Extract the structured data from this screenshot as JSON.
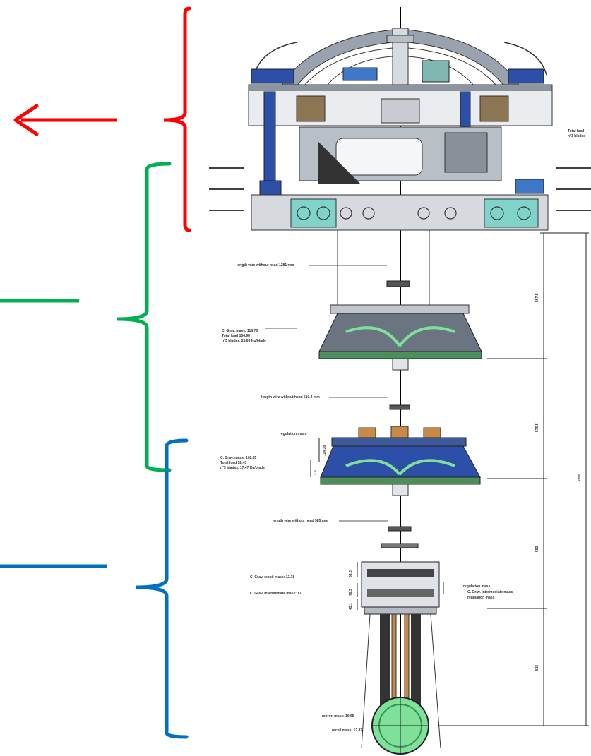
{
  "colors": {
    "top_group": "#ff0000",
    "middle_group": "#00b050",
    "bottom_group": "#0070c0",
    "steel": "#6d7a88",
    "blue_part": "#2e4fa8",
    "cyan_part": "#7fd3c8",
    "green_mass": "#7fe09a",
    "copper": "#c98a48"
  },
  "labels": {
    "total_load_top": "Total load",
    "blades_top": "n°3 blades",
    "wire1": "length wire without head 1281 mm",
    "cgrav1": "C. Grav. mass: 118.76",
    "total_load1": "Total load 154.98",
    "blades1": "n°3 blades, 25.83 Kg/blade",
    "wire2": "length wire without head 510.4 mm",
    "regulation_mass": "regulation mass",
    "cgrav2": "C. Grav. mass: 102.35",
    "total_load2": "Total load 52.43",
    "blades2": "n°3 blades, 17.47 Kg/blade",
    "wire3": "length wire without head 585 mm",
    "cgrav_recoil": "C. Grav. recoil mass: 12.38",
    "cgrav_intermediate": "C. Grav. intermediate mass: 17",
    "regulation_mass_a": "regulation mass",
    "cgrav_intermediate_r": "C. Grav. intermediate mass",
    "regulation_mass_b": "regulation mass",
    "mirror_mass": "mirror, mass: 10.65",
    "recoil_mass": "recoil mass: 12.37",
    "dim_1": "567.5",
    "dim_2": "576.5",
    "dim_3": "582",
    "dim_4": "535",
    "dim_total": "2266",
    "dim_a": "114.38",
    "dim_b": "73.6",
    "dim_c": "63.3",
    "dim_d": "76.3",
    "dim_e": "43.1"
  }
}
